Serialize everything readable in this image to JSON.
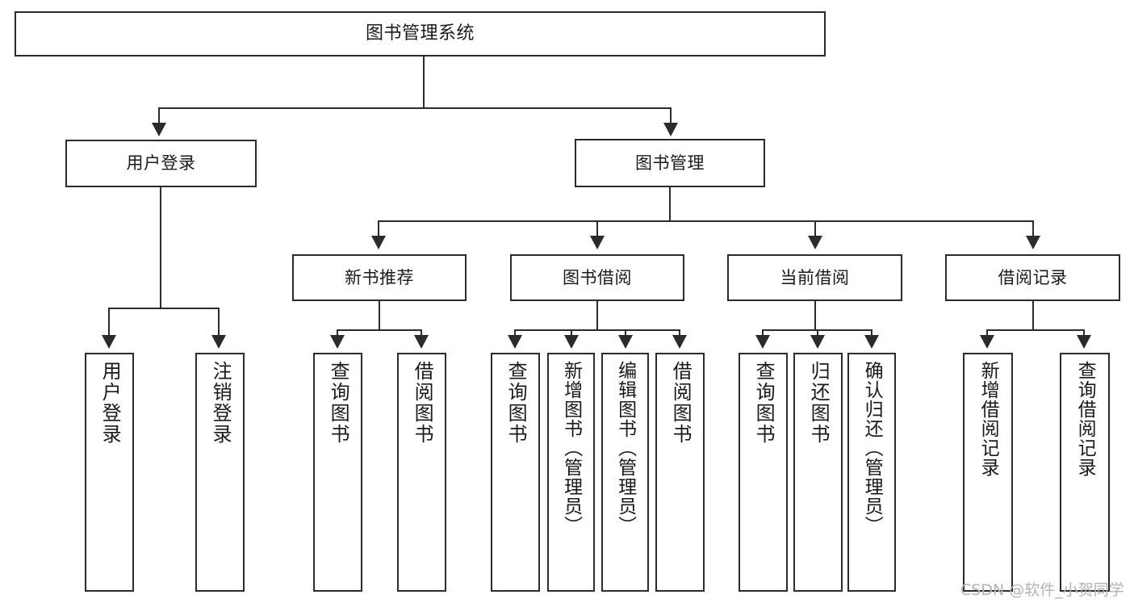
{
  "diagram": {
    "title": "图书管理系统",
    "type": "tree-hierarchy",
    "orientation": "top-down",
    "root": {
      "id": "root",
      "label": "图书管理系统"
    },
    "level1": [
      {
        "id": "user-login",
        "label": "用户登录"
      },
      {
        "id": "book-management",
        "label": "图书管理"
      }
    ],
    "level2": [
      {
        "id": "new-book-recommend",
        "label": "新书推荐",
        "parent": "book-management"
      },
      {
        "id": "book-borrow",
        "label": "图书借阅",
        "parent": "book-management"
      },
      {
        "id": "current-borrow",
        "label": "当前借阅",
        "parent": "book-management"
      },
      {
        "id": "borrow-record",
        "label": "借阅记录",
        "parent": "book-management"
      }
    ],
    "leaves": {
      "user-login": [
        {
          "id": "leaf-user-login",
          "label": "用户登录"
        },
        {
          "id": "leaf-user-logout",
          "label": "注销登录"
        }
      ],
      "new-book-recommend": [
        {
          "id": "leaf-query-book-1",
          "label": "查询图书"
        },
        {
          "id": "leaf-borrow-book-1",
          "label": "借阅图书"
        }
      ],
      "book-borrow": [
        {
          "id": "leaf-query-book-2",
          "label": "查询图书"
        },
        {
          "id": "leaf-add-book",
          "label": "新增图书（管理员）"
        },
        {
          "id": "leaf-edit-book",
          "label": "编辑图书（管理员）"
        },
        {
          "id": "leaf-borrow-book-2",
          "label": "借阅图书"
        }
      ],
      "current-borrow": [
        {
          "id": "leaf-query-book-3",
          "label": "查询图书"
        },
        {
          "id": "leaf-return-book",
          "label": "归还图书"
        },
        {
          "id": "leaf-confirm-return",
          "label": "确认归还（管理员）"
        }
      ],
      "borrow-record": [
        {
          "id": "leaf-add-record",
          "label": "新增借阅记录"
        },
        {
          "id": "leaf-query-record",
          "label": "查询借阅记录"
        }
      ]
    }
  },
  "watermark": {
    "text": "CSDN @软件_小贺同学"
  },
  "colors": {
    "stroke": "#2b2b2b",
    "fill": "#ffffff",
    "text": "#1a1a1a",
    "watermark": "#b3b3b3"
  }
}
